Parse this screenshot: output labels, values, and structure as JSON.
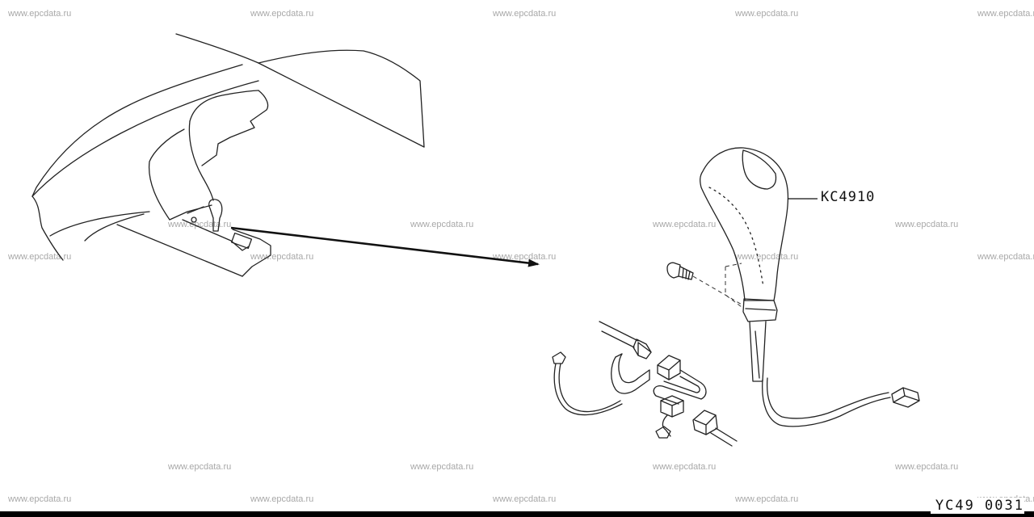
{
  "watermark": "www.epcdata.ru",
  "callout": {
    "part_number": "KC4910"
  },
  "figure_code": "YC49  0031"
}
